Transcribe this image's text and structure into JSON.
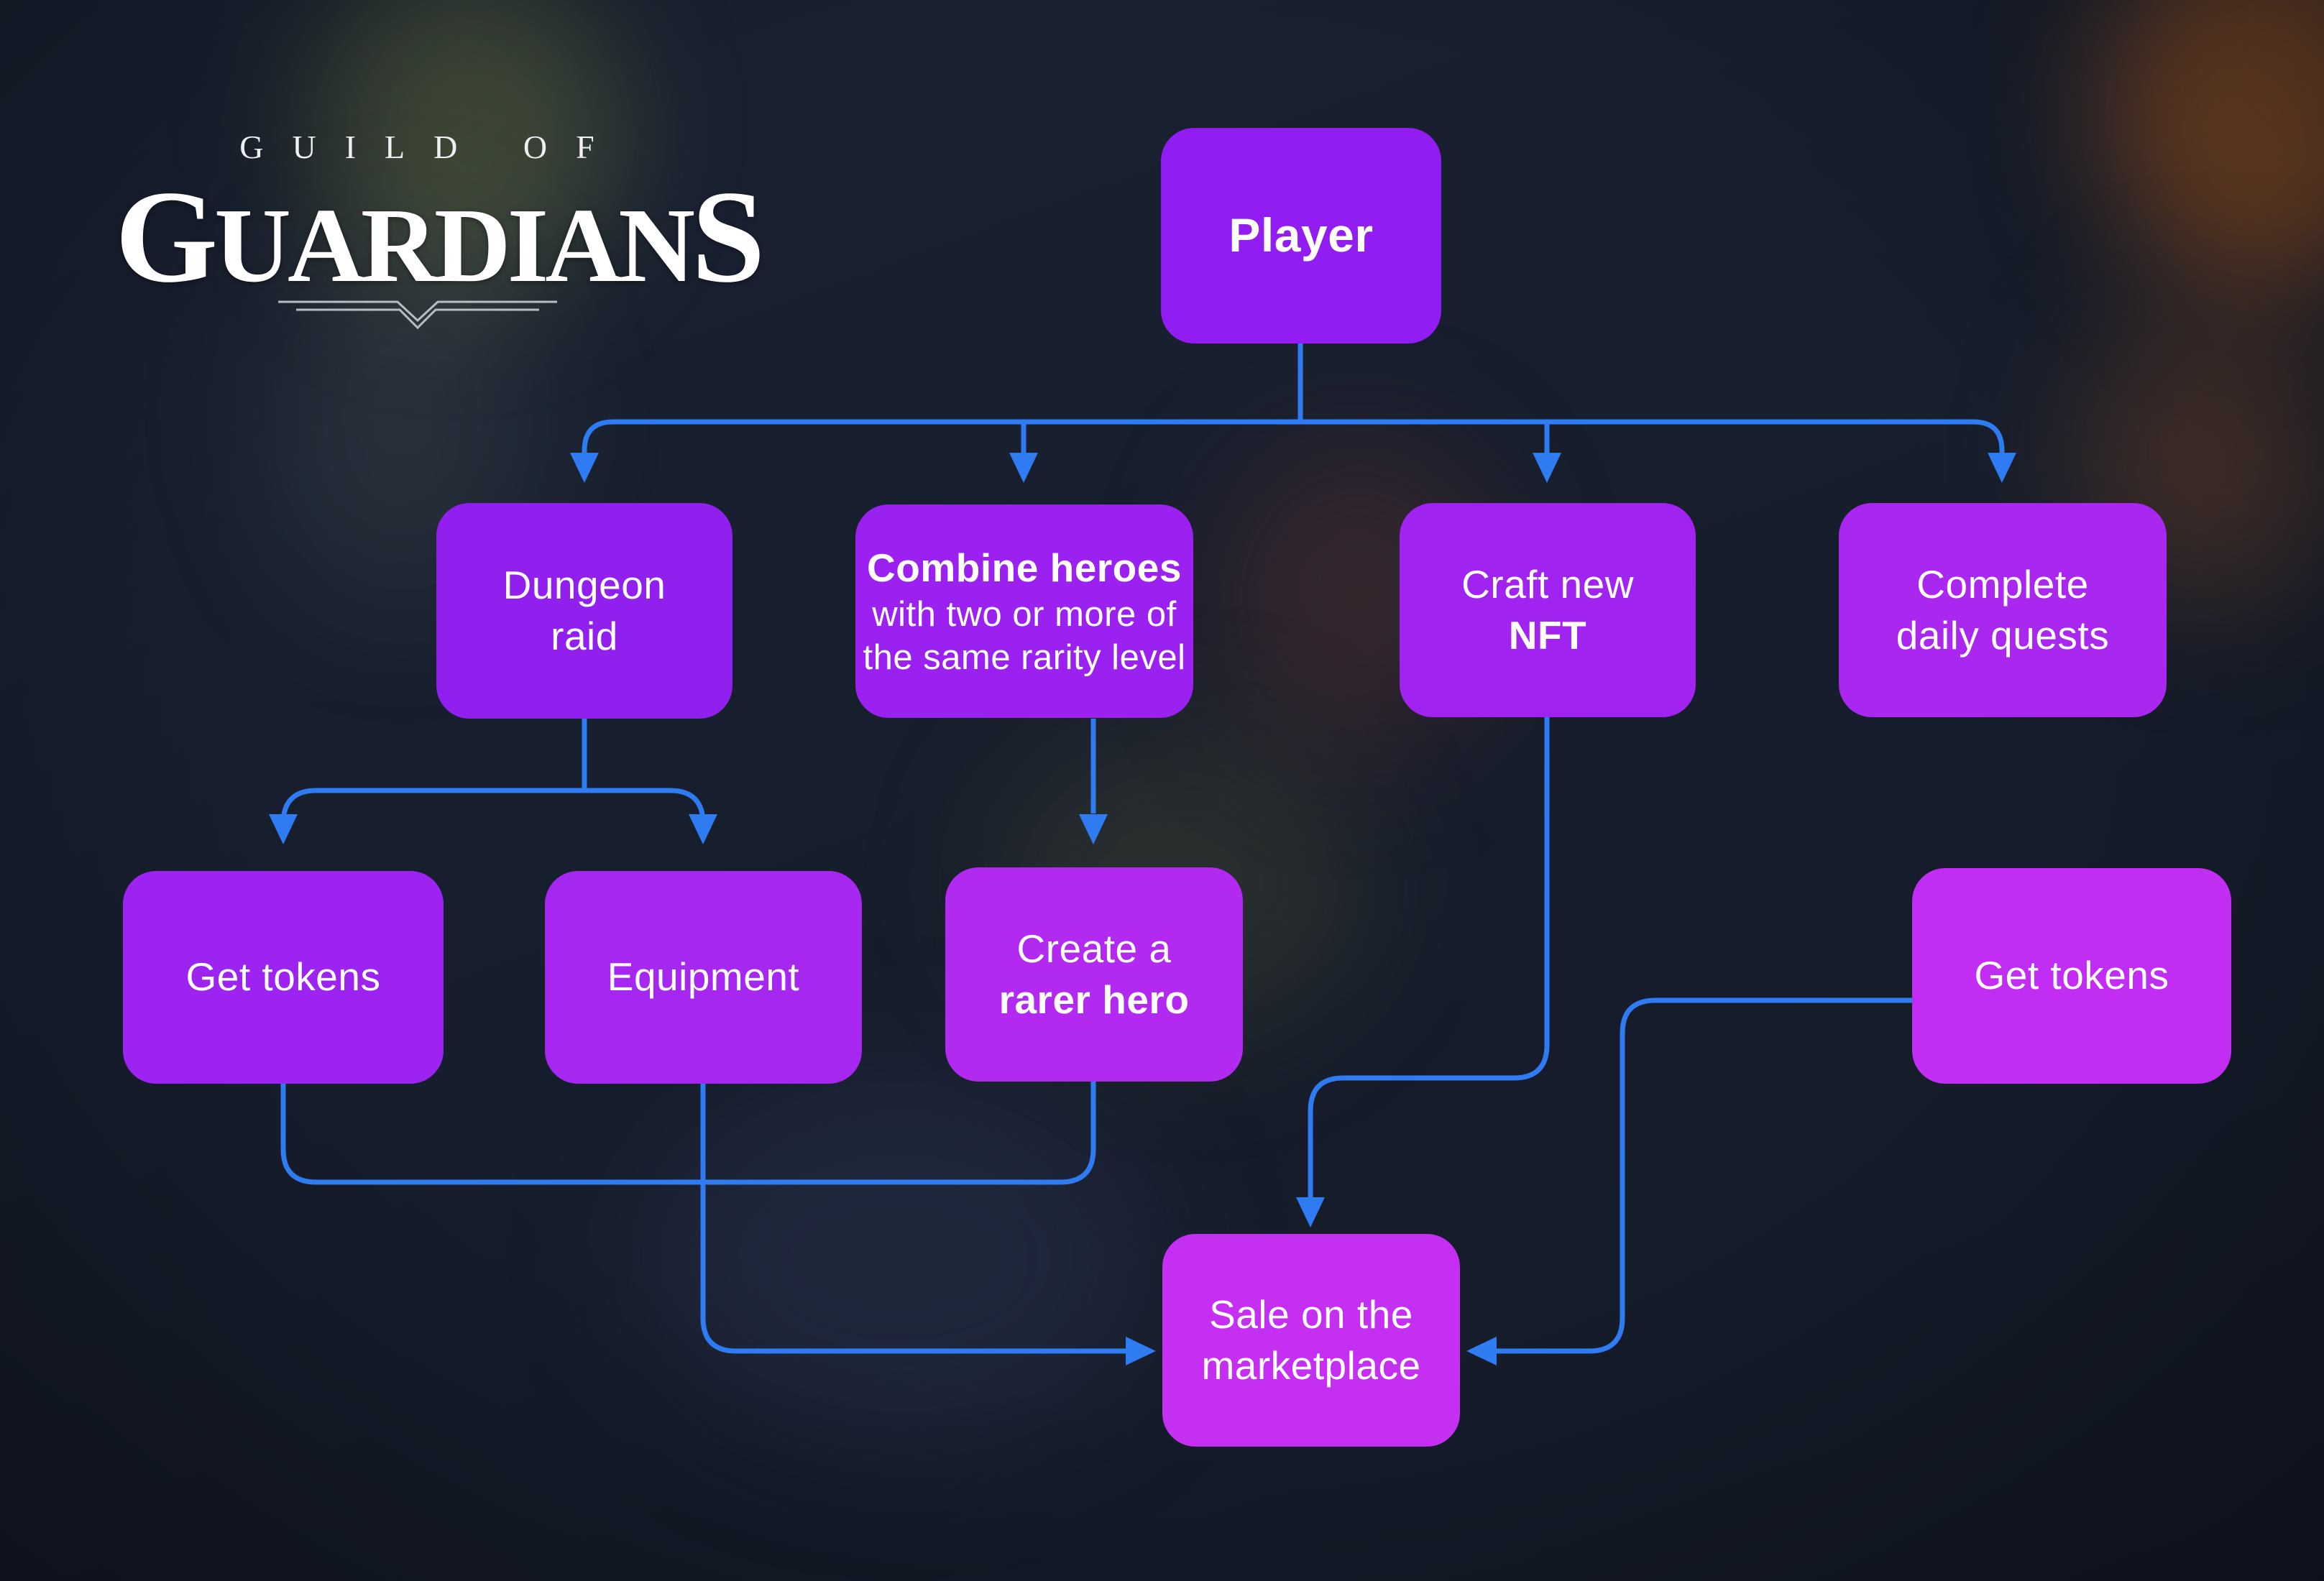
{
  "logo": {
    "top": "GUILD OF",
    "main_first": "G",
    "main_mid": "UARDIAN",
    "main_last": "S"
  },
  "colors": {
    "background": "#171e2d",
    "connector_blue": "#2e7bf2",
    "text": "#ffffff",
    "player": "#921df2",
    "dungeon_raid": "#9120ee",
    "combine_heroes": "#9a21f0",
    "craft_new_nft": "#a123f0",
    "complete_daily_quests": "#aa27ef",
    "get_tokens_left": "#9d23f0",
    "equipment": "#a527f0",
    "create_rarer_hero": "#b22af0",
    "get_tokens_right": "#c12df2",
    "sale_marketplace": "#c52ff1"
  },
  "nodes": {
    "player": {
      "label": "Player"
    },
    "dungeon": {
      "line1": "Dungeon",
      "line2": "raid"
    },
    "combine": {
      "line1": "Combine heroes",
      "line2": "with two or more of",
      "line3": "the same rarity level"
    },
    "craft": {
      "line1": "Craft new",
      "line2": "NFT"
    },
    "complete": {
      "line1": "Complete",
      "line2": "daily quests"
    },
    "tokens_left": {
      "label": "Get tokens"
    },
    "equipment": {
      "label": "Equipment"
    },
    "create": {
      "line1": "Create a",
      "line2": "rarer hero"
    },
    "tokens_right": {
      "label": "Get tokens"
    },
    "sale": {
      "line1": "Sale on the",
      "line2": "marketplace"
    }
  },
  "edges": [
    {
      "from": "Player",
      "to": "Dungeon raid",
      "arrow": true
    },
    {
      "from": "Player",
      "to": "Combine heroes with two or more of the same rarity level",
      "arrow": true
    },
    {
      "from": "Player",
      "to": "Craft new NFT",
      "arrow": true
    },
    {
      "from": "Player",
      "to": "Complete daily quests",
      "arrow": true
    },
    {
      "from": "Dungeon raid",
      "to": "Get tokens",
      "arrow": true
    },
    {
      "from": "Dungeon raid",
      "to": "Equipment",
      "arrow": true
    },
    {
      "from": "Combine heroes",
      "to": "Create a rarer hero",
      "arrow": true
    },
    {
      "from": "Get tokens",
      "to": "Create a rarer hero",
      "arrow": false
    },
    {
      "from": "Equipment",
      "to": "Sale on the marketplace",
      "arrow": true
    },
    {
      "from": "Craft new NFT",
      "to": "Sale on the marketplace",
      "arrow": true
    },
    {
      "from": "Get tokens (right)",
      "to": "Sale on the marketplace",
      "arrow": true
    }
  ]
}
